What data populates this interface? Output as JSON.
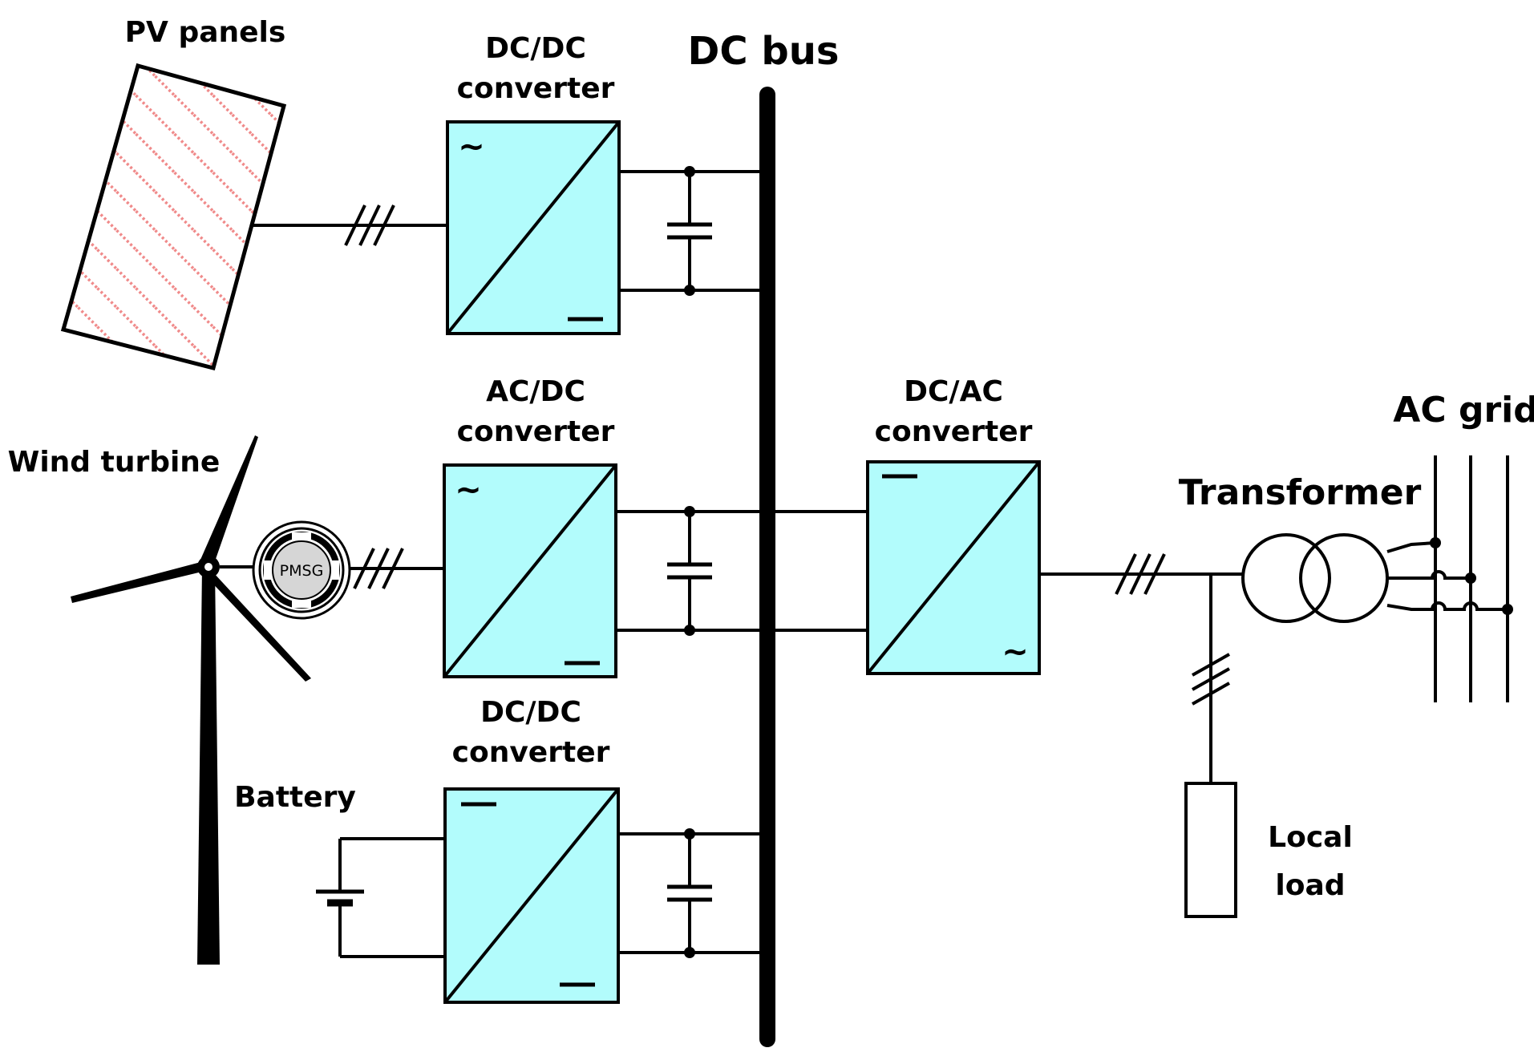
{
  "labels": {
    "pv_panels": "PV panels",
    "dc_bus": "DC bus",
    "pv_converter_line1": "DC/DC",
    "pv_converter_line2": "converter",
    "wind_turbine": "Wind turbine",
    "wind_converter_line1": "AC/DC",
    "wind_converter_line2": "converter",
    "battery_converter_line1": "DC/DC",
    "battery_converter_line2": "converter",
    "battery": "Battery",
    "inverter_line1": "DC/AC",
    "inverter_line2": "converter",
    "ac_grid": "AC grid",
    "transformer": "Transformer",
    "local_load_line1": "Local",
    "local_load_line2": "load",
    "pmsg": "PMSG"
  },
  "colors": {
    "converter_fill": "#b2fcfc",
    "line": "#000000",
    "pv_hatch": "#f08a8a",
    "pmsg_fill": "#d6d6d6"
  },
  "symbols": {
    "ac": "~",
    "dc": "—"
  }
}
